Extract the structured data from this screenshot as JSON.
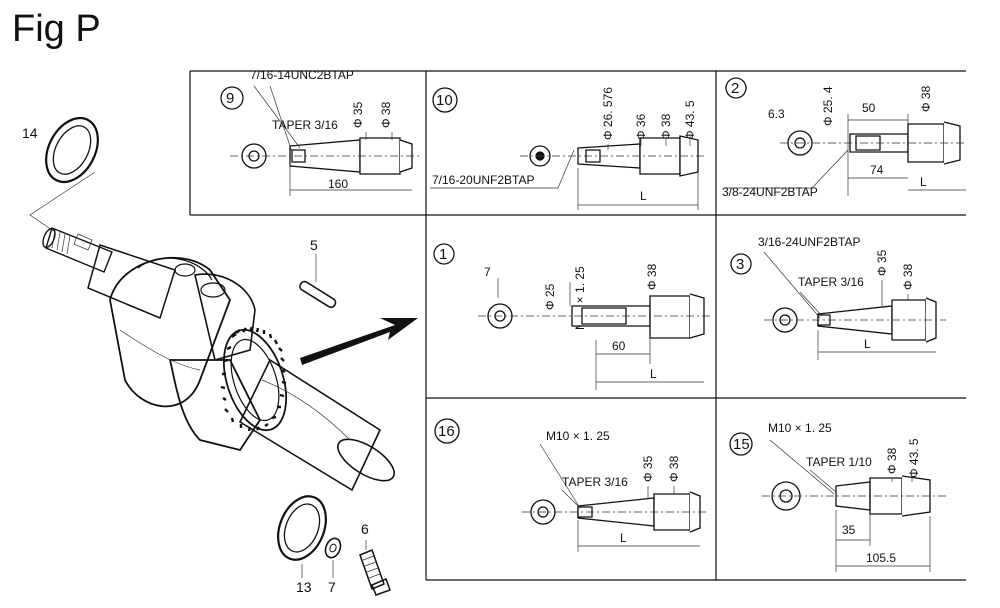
{
  "figure_title": "Fig P",
  "part_labels": {
    "seal_ring": "14",
    "key": "5",
    "washer_large": "13",
    "washer_small": "7",
    "bolt": "6"
  },
  "panels": [
    {
      "id": "9",
      "thread": "7/16-14UNC2BTAP",
      "taper": "TAPER 3/16",
      "dia1": "Φ 35",
      "dia2": "Φ 38",
      "length": "160"
    },
    {
      "id": "10",
      "thread": "7/16-20UNF2BTAP",
      "dia1": "Φ 26. 576",
      "dia2": "Φ 36",
      "dia3": "Φ 38",
      "dia4": "Φ 43. 5",
      "length": "L"
    },
    {
      "id": "2",
      "thread": "3/8-24UNF2BTAP",
      "key": "6.3",
      "dia1": "Φ 25. 4",
      "dia2": "Φ 38",
      "len1": "50",
      "len2": "74",
      "length": "L"
    },
    {
      "id": "1",
      "key": "7",
      "dia1": "Φ 25",
      "thread": "M10 × 1. 25",
      "dia2": "Φ 38",
      "len1": "60",
      "length": "L"
    },
    {
      "id": "3",
      "thread": "3/16-24UNF2BTAP",
      "taper": "TAPER 3/16",
      "dia1": "Φ 35",
      "dia2": "Φ 38",
      "length": "L"
    },
    {
      "id": "16",
      "thread": "M10 × 1. 25",
      "taper": "TAPER 3/16",
      "dia1": "Φ 35",
      "dia2": "Φ 38",
      "length": "L"
    },
    {
      "id": "15",
      "thread": "M10 × 1. 25",
      "taper": "TAPER 1/10",
      "dia1": "Φ 38",
      "dia2": "Φ 43. 5",
      "len1": "35",
      "len2": "105.5"
    }
  ]
}
